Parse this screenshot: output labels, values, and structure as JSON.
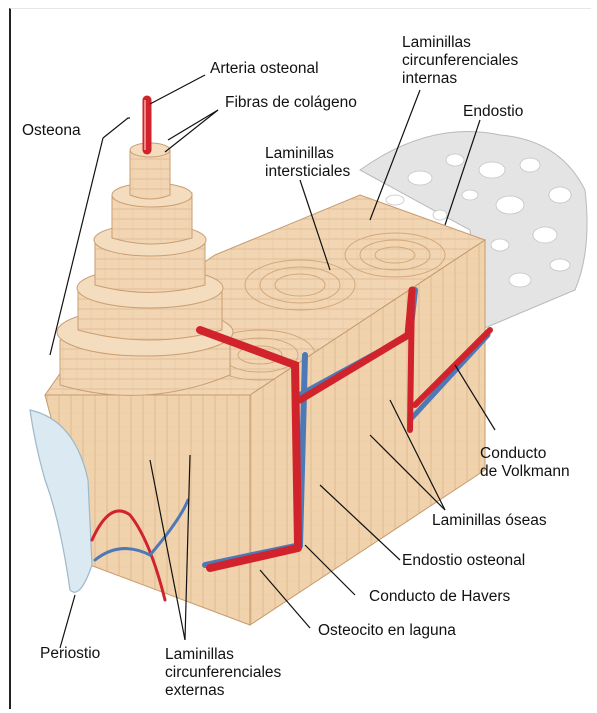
{
  "labels": {
    "arteria": "Arteria osteonal",
    "fibras": "Fibras de colágeno",
    "osteona": "Osteona",
    "lam_circ_int": [
      "Laminillas",
      "circunferenciales",
      "internas"
    ],
    "endostio": "Endostio",
    "lam_inter": [
      "Laminillas",
      "intersticiales"
    ],
    "volkmann": [
      "Conducto",
      "de Volkmann"
    ],
    "lam_oseas": "Laminillas óseas",
    "endostio_osteonal": "Endostio osteonal",
    "havers": "Conducto de Havers",
    "osteocito": "Osteocito en laguna",
    "periostio": "Periostio",
    "lam_circ_ext": [
      "Laminillas",
      "circunferenciales",
      "externas"
    ]
  },
  "colors": {
    "bone": "#f2d6b4",
    "bone_dark": "#e0b98f",
    "artery": "#d0232b",
    "vein": "#4f78b6",
    "spongy": "#dcdcdc",
    "periosteum": "#d8e6ef"
  }
}
